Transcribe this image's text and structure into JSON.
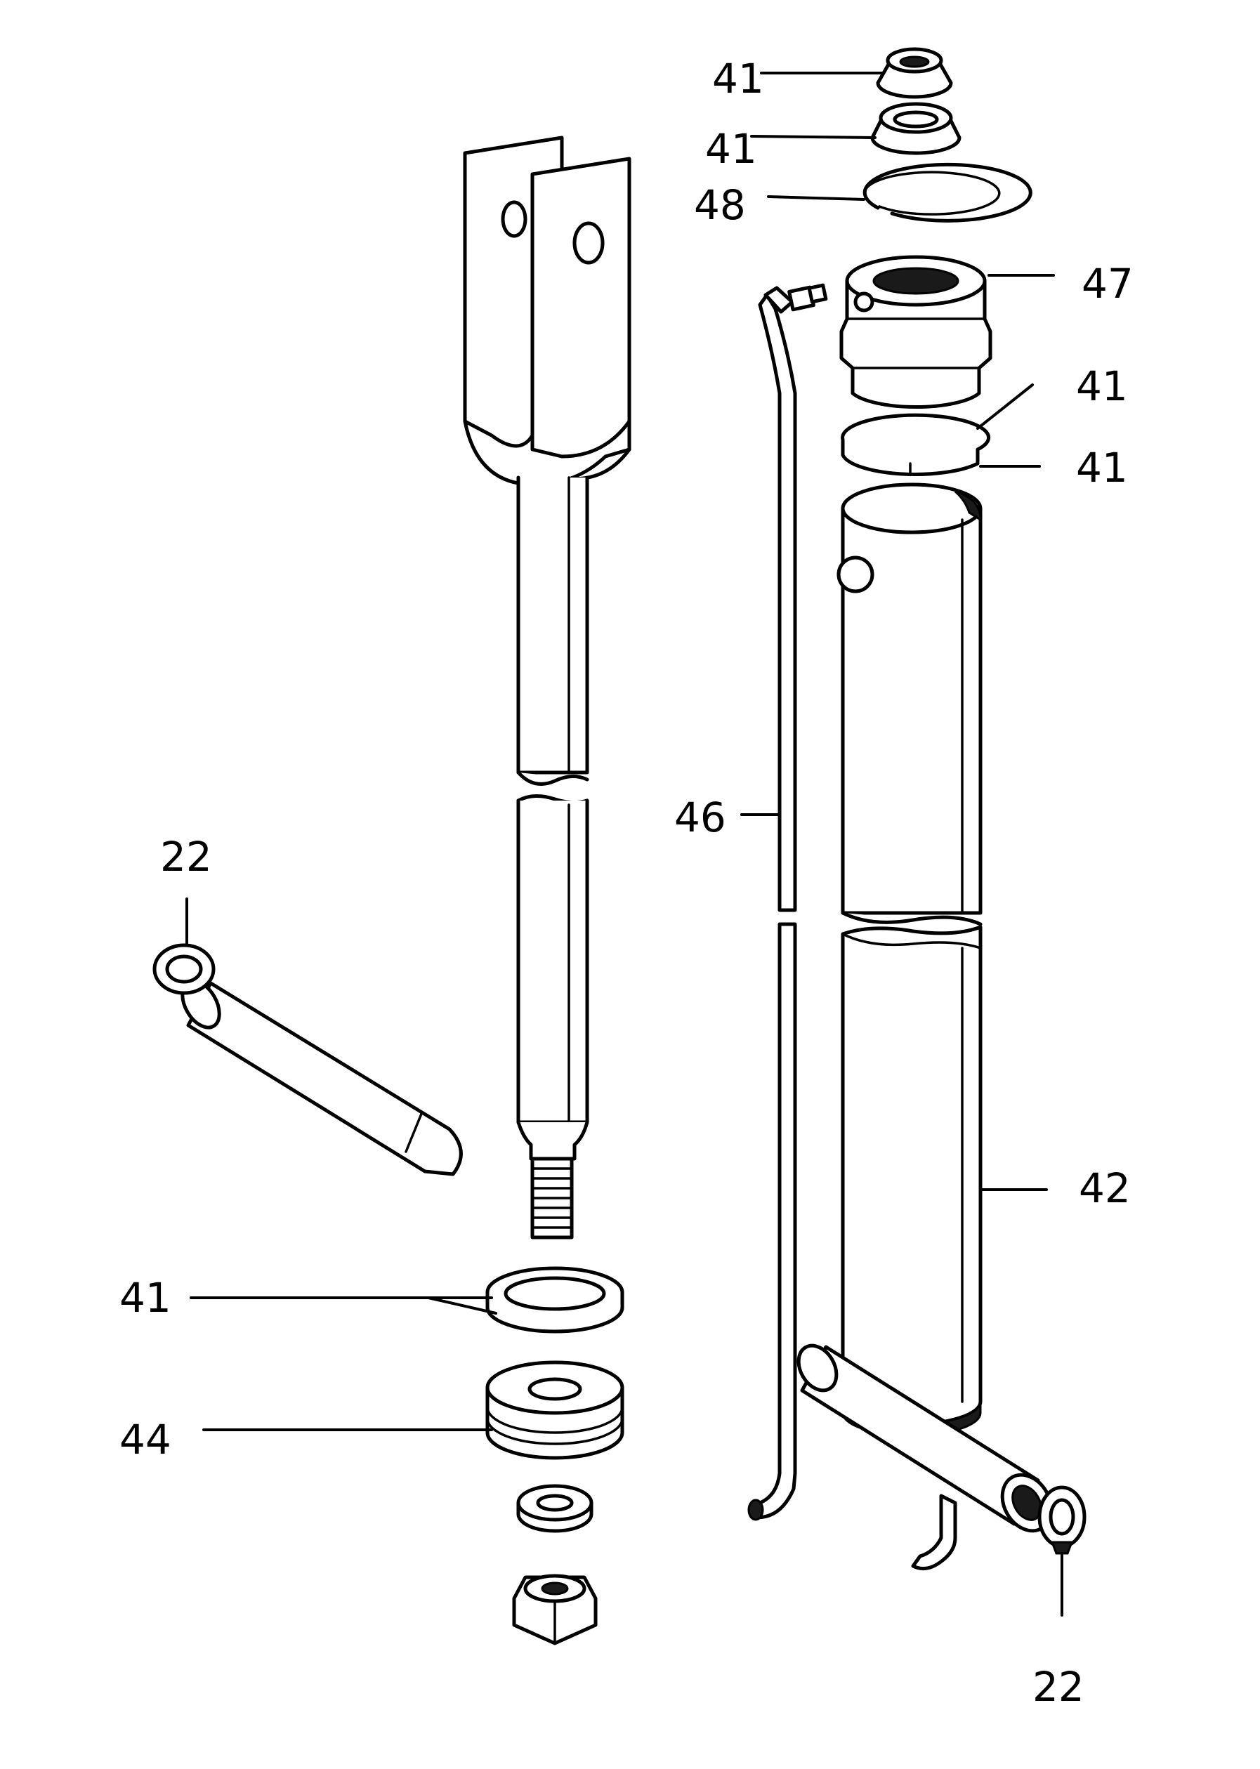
{
  "callouts": {
    "c41_top1": "41",
    "c41_top2": "41",
    "c48": "48",
    "c47": "47",
    "c41_r1": "41",
    "c41_r2": "41",
    "c46": "46",
    "c42": "42",
    "c22_left": "22",
    "c41_left": "41",
    "c44": "44",
    "c22_right": "22"
  },
  "colors": {
    "ink": "#000000",
    "paper": "#ffffff"
  }
}
